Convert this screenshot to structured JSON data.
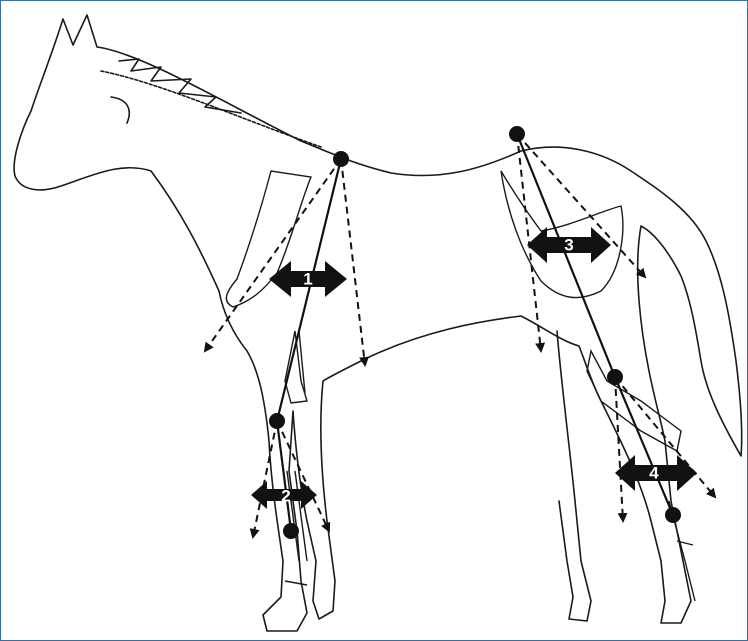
{
  "figure": {
    "description_free": true,
    "arrows": [
      {
        "id": "1",
        "label": "1"
      },
      {
        "id": "2",
        "label": "2"
      },
      {
        "id": "3",
        "label": "3"
      },
      {
        "id": "4",
        "label": "4"
      }
    ],
    "colors": {
      "ink": "#111111",
      "border": "#3a6ea5",
      "background": "#ffffff"
    }
  }
}
